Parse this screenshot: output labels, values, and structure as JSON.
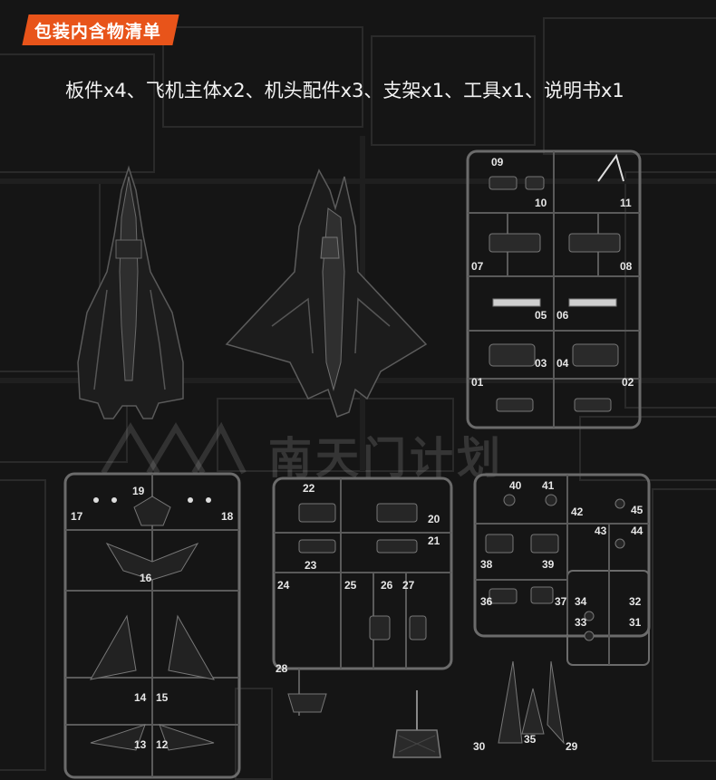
{
  "header": {
    "title": "包装内含物清单"
  },
  "contents": {
    "text": "板件x4、飞机主体x2、机头配件x3、支架x1、工具x1、说明书x1"
  },
  "watermark": {
    "text": "南天门计划"
  },
  "colors": {
    "accent": "#e8541a",
    "background": "#141414",
    "text": "#f2f2f2"
  },
  "sprue_a": {
    "labels": [
      "09",
      "10",
      "11",
      "07",
      "08",
      "05",
      "06",
      "03",
      "04",
      "01",
      "02"
    ]
  },
  "sprue_b": {
    "labels": [
      "19",
      "17",
      "18",
      "16",
      "14",
      "15",
      "13",
      "12"
    ]
  },
  "sprue_c": {
    "labels": [
      "22",
      "20",
      "21",
      "23",
      "24",
      "25",
      "26",
      "27",
      "28"
    ]
  },
  "sprue_d": {
    "labels": [
      "40",
      "41",
      "45",
      "42",
      "43",
      "44",
      "38",
      "39",
      "36",
      "37",
      "34",
      "32",
      "33",
      "31",
      "30",
      "35",
      "29"
    ]
  }
}
